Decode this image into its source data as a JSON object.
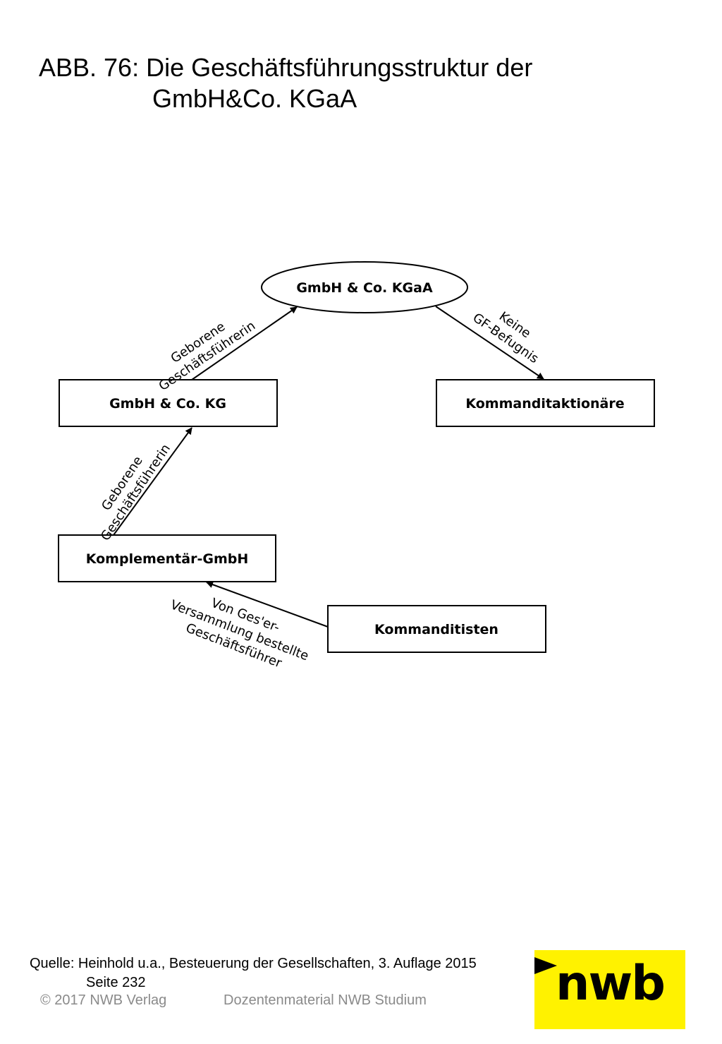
{
  "title": {
    "line1": "ABB. 76: Die Geschäftsführungsstruktur der",
    "line2": "GmbH&Co. KGaA"
  },
  "nodes": {
    "kgaa": "GmbH & Co. KGaA",
    "kg": "GmbH & Co. KG",
    "kommanditaktionaere": "Kommanditaktionäre",
    "komplementaer": "Komplementär-GmbH",
    "kommanditisten": "Kommanditisten"
  },
  "edges": {
    "kg_to_kgaa": [
      "Geborene",
      "Geschäftsführerin"
    ],
    "kgaa_to_aktionaere": [
      "Keine",
      "GF-Befugnis"
    ],
    "komplementaer_to_kg": [
      "Geborene",
      "Geschäftsführerin"
    ],
    "kommanditisten_to_komplementaer": [
      "Von Ges'er-",
      "Versammlung bestellte",
      "Geschäftsführer"
    ]
  },
  "source": {
    "line1": "Quelle: Heinhold u.a., Besteuerung der Gesellschaften, 3. Auflage 2015",
    "line2": "Seite 232"
  },
  "footer": {
    "copyright": "© 2017 NWB Verlag",
    "material": "Dozentenmaterial NWB Studium"
  },
  "logo": {
    "text": "nwb",
    "background_color": "#fff200"
  }
}
